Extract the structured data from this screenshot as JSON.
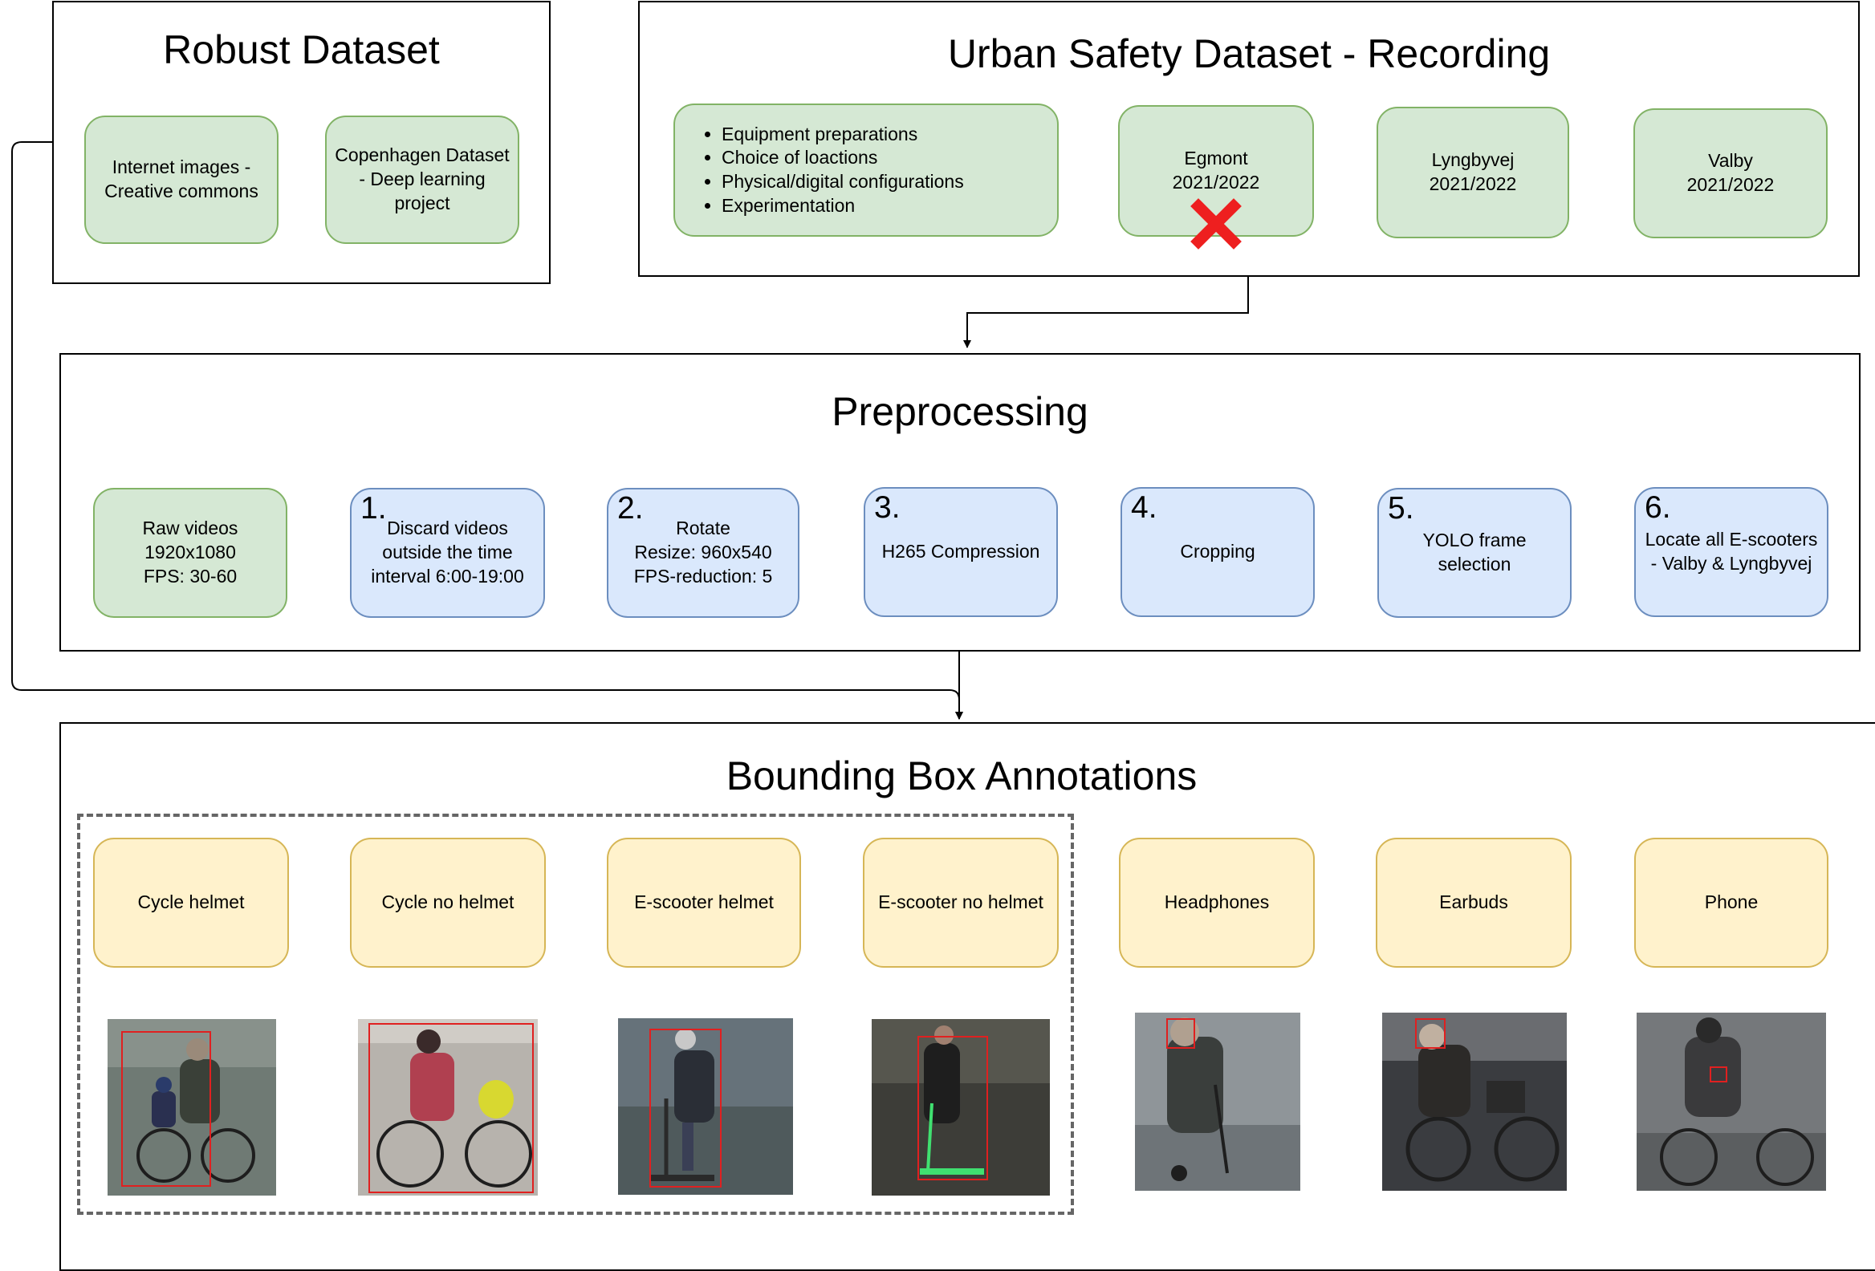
{
  "robust": {
    "title": "Robust Dataset",
    "boxes": [
      "Internet images -\nCreative commons",
      "Copenhagen Dataset\n- Deep learning\nproject"
    ]
  },
  "urban": {
    "title": "Urban Safety Dataset - Recording",
    "bullets": [
      "Equipment preparations",
      "Choice of loactions",
      "Physical/digital configurations",
      "Experimentation"
    ],
    "locations": [
      "Egmont\n2021/2022",
      "Lyngbyvej\n2021/2022",
      "Valby\n2021/2022"
    ],
    "excluded_icon": "red-x-mark-icon"
  },
  "preprocessing": {
    "title": "Preprocessing",
    "raw": "Raw videos\n1920x1080\nFPS: 30-60",
    "steps": [
      {
        "num": "1.",
        "text": "Discard videos\noutside the time\ninterval 6:00-19:00"
      },
      {
        "num": "2.",
        "text": "Rotate\nResize: 960x540\nFPS-reduction: 5"
      },
      {
        "num": "3.",
        "text": "H265 Compression"
      },
      {
        "num": "4.",
        "text": "Cropping"
      },
      {
        "num": "5.",
        "text": "YOLO frame\nselection"
      },
      {
        "num": "6.",
        "text": "Locate all E-scooters\n- Valby & Lyngbyvej"
      }
    ]
  },
  "annotations": {
    "title": "Bounding Box Annotations",
    "classes": [
      "Cycle helmet",
      "Cycle no helmet",
      "E-scooter helmet",
      "E-scooter no helmet",
      "Headphones",
      "Earbuds",
      "Phone"
    ]
  },
  "colors": {
    "green_fill": "#d5e8d4",
    "green_stroke": "#82b366",
    "blue_fill": "#dae8fc",
    "blue_stroke": "#6c8ebf",
    "yellow_fill": "#fff2cc",
    "yellow_stroke": "#d6b656",
    "bbox_red": "#e02020"
  }
}
